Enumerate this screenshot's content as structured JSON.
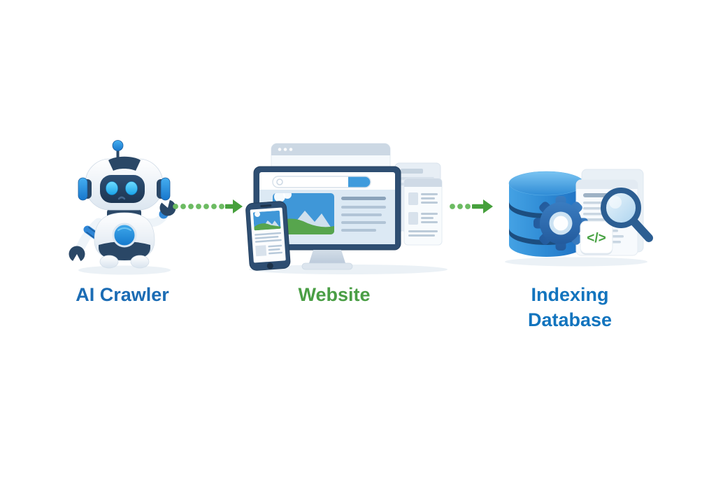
{
  "page": {
    "background": "#ffffff",
    "kind": "flow-illustration"
  },
  "diagram": {
    "nodes": [
      {
        "id": "ai-crawler",
        "label": "AI Crawler",
        "label_color": "#1b6cb4",
        "icon": "robot-mascot-illustration"
      },
      {
        "id": "website",
        "label": "Website",
        "label_color": "#4a9e45",
        "icon": "responsive-website-illustration"
      },
      {
        "id": "indexing-database",
        "label": "Indexing Database",
        "label_color": "#1274be",
        "icon": "database-indexing-illustration"
      }
    ],
    "connectors": [
      {
        "from": "ai-crawler",
        "to": "website",
        "style": "dotted-then-arrow",
        "dots": 7,
        "color": "#57ab4d"
      },
      {
        "from": "website",
        "to": "indexing-database",
        "style": "dotted-then-arrow",
        "dots": 3,
        "color": "#57ab4d"
      }
    ],
    "icons": {
      "code_glyph": "</>"
    },
    "palette": {
      "robot_navy": "#2a4766",
      "robot_blue": "#2f86d6",
      "eye_cyan": "#35c3f5",
      "monitor_navy": "#2e4e72",
      "search_button_blue": "#3f9bdc",
      "hill_green": "#57a54d",
      "database_blue": "#2e8ad4",
      "gear_blue": "#2a6aad",
      "arrow_green": "#46a03c",
      "dot_green": "#6cbb62",
      "shadow": "#ebf1f6"
    }
  }
}
